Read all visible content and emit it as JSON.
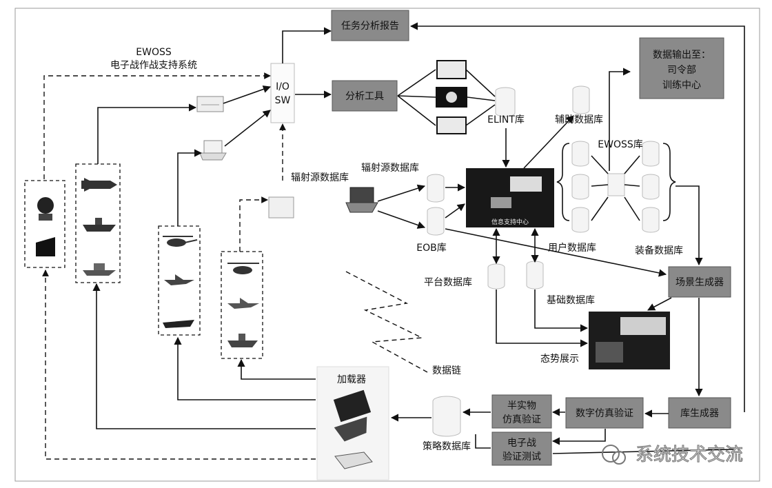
{
  "title_lines": [
    "EWOSS",
    "电子战作战支持系统"
  ],
  "io_switch": [
    "I/O",
    "SW"
  ],
  "boxes": {
    "mission_report": "任务分析报告",
    "analysis_tools": "分析工具",
    "data_output": [
      "数据输出至：",
      "司令部",
      "训练中心"
    ],
    "scene_gen": "场景生成器",
    "library_gen": "库生成器",
    "digital_sim": "数字仿真验证",
    "hil_sim": [
      "半实物",
      "仿真验证"
    ],
    "ew_verify": [
      "电子战",
      "验证测试"
    ]
  },
  "labels": {
    "elint": "ELINT库",
    "aux_db": "辅助数据库",
    "ewoss_db": "EWOSS库",
    "emitter_db_a": "辐射源数据库",
    "emitter_db_b": "辐射源数据库",
    "eob": "EOB库",
    "user_db": "用户数据库",
    "equip_db": "装备数据库",
    "platform_db": "平台数据库",
    "base_db": "基础数据库",
    "situation": "态势展示",
    "datalink": "数据链",
    "loader": "加载器",
    "strategy_db": "策略数据库",
    "command_screen": "信息支持中心"
  },
  "watermark": "系统技术交流",
  "icons": [
    "radar-dome-icon",
    "antenna-icon",
    "missile-icon",
    "ship-icon",
    "carrier-icon",
    "helicopter-icon",
    "fighter-jet-icon",
    "warship-icon",
    "laptop-icon",
    "router-icon",
    "display-terminal-icon",
    "database-icon",
    "wechat-icon"
  ]
}
